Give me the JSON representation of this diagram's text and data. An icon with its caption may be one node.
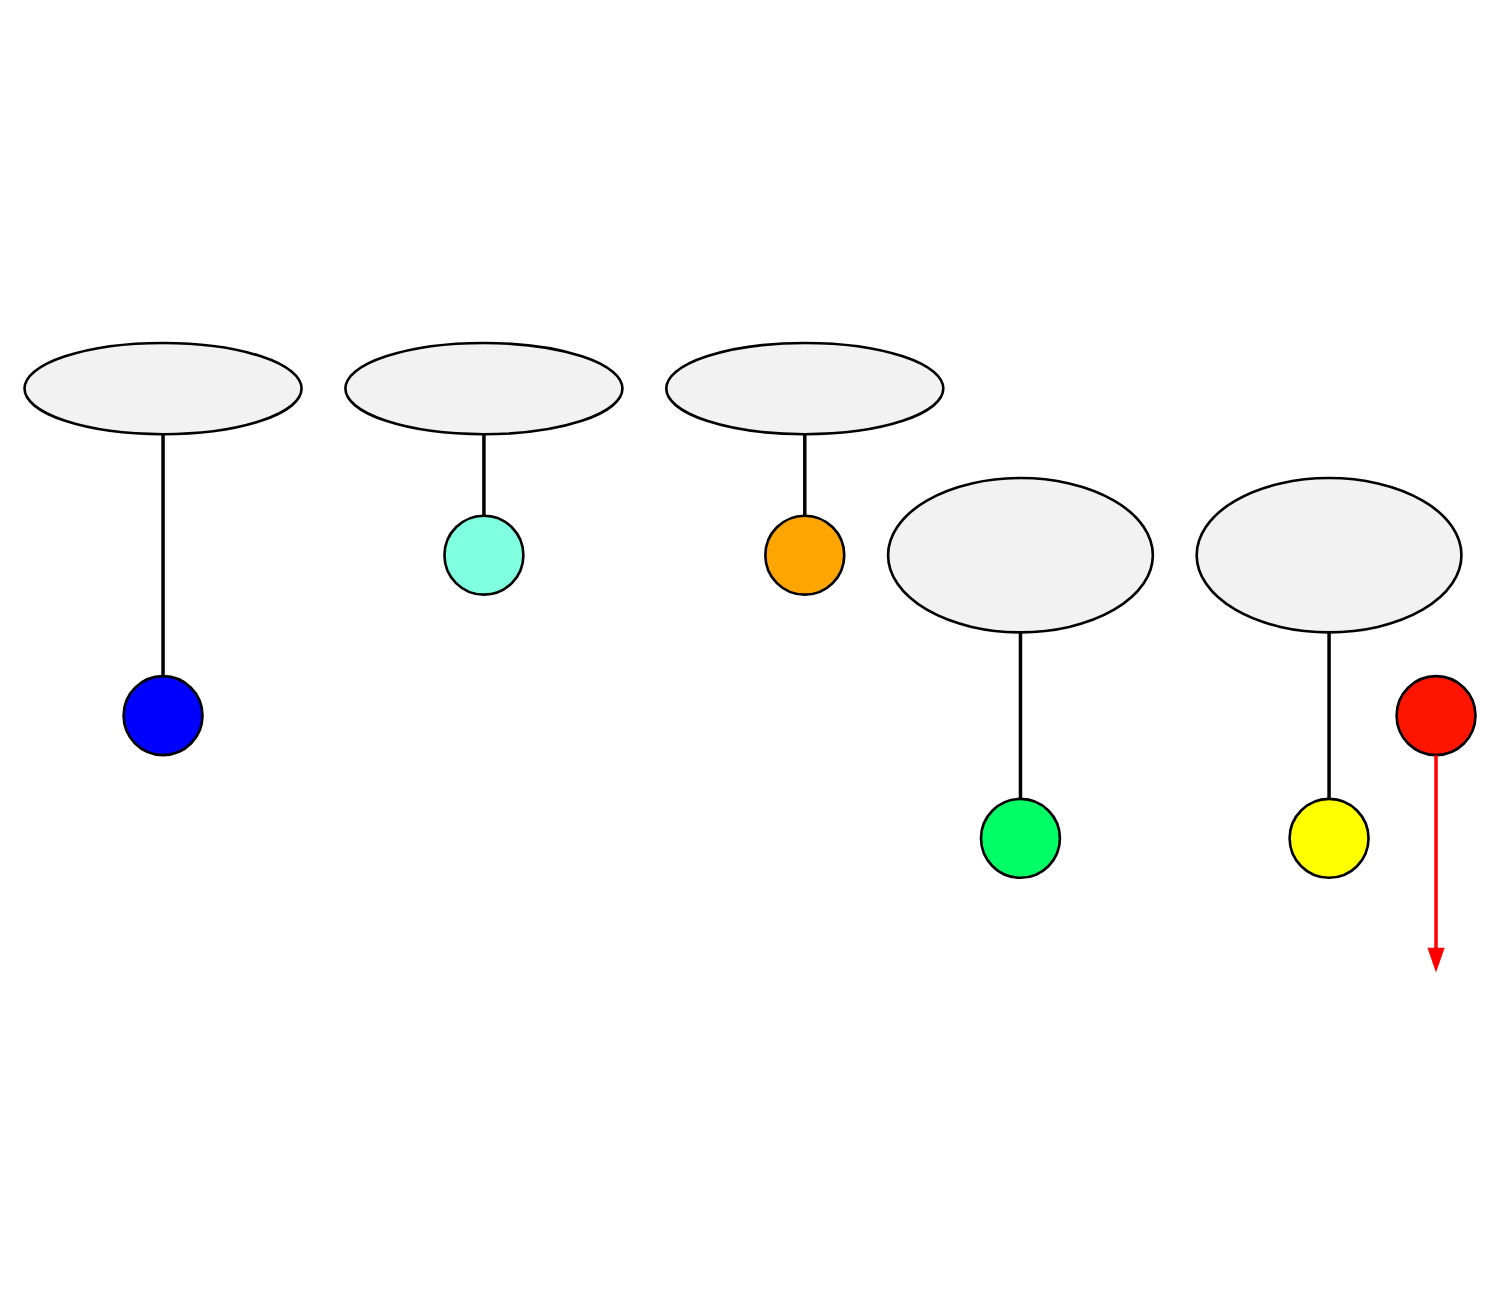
{
  "diagram": {
    "nodes": [
      {
        "text": [],
        "shape": "ellipse"
      },
      {
        "text": [],
        "shape": "ellipse"
      },
      {
        "text": [],
        "shape": "ellipse"
      },
      {
        "text": [],
        "shape": "ellipse"
      },
      {
        "text": [],
        "shape": "circle"
      },
      {
        "text": [],
        "shape": "circle"
      },
      {
        "text": [],
        "shape": "ellipse"
      },
      {
        "text": [],
        "shape": "circle"
      },
      {
        "text": [],
        "shape": "circle"
      },
      {
        "text": [],
        "shape": "circle"
      },
      {
        "text": [],
        "shape": "circle"
      }
    ],
    "edges": [
      {
        "from": 0,
        "to": 7,
        "arrow": "none"
      },
      {
        "from": 1,
        "to": 4,
        "arrow": "none"
      },
      {
        "from": 2,
        "to": 5,
        "arrow": "none"
      },
      {
        "from": 3,
        "to": 9,
        "arrow": "none"
      },
      {
        "from": 6,
        "to": 10,
        "arrow": "none"
      },
      {
        "from": 8,
        "to": null,
        "arrow": "to",
        "color": "#ff0000"
      }
    ]
  }
}
